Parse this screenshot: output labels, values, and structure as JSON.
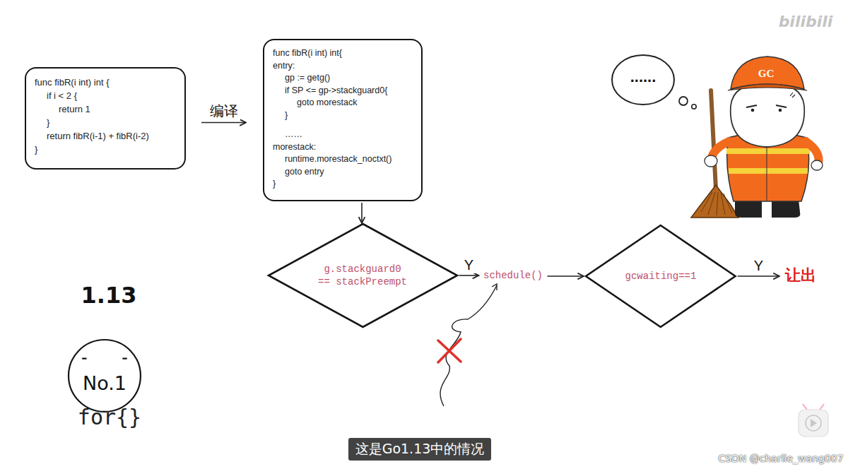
{
  "diagram": {
    "caption": "这是Go1.13中的情况",
    "nodes": [
      {
        "text": [
          "func fibR(i int) int {",
          "if i < 2 {",
          "return 1",
          "}",
          "return fibR(i-1) + fibR(i-2)",
          "}"
        ]
      },
      {
        "text": [
          "func fibR(i int) int{",
          "entry:",
          "gp := getg()",
          "if SP <= gp->stackguard0{",
          "goto morestack",
          "}",
          "……",
          "morestack:",
          "runtime.morestack_noctxt()",
          "goto entry",
          "}"
        ]
      },
      {
        "text": [
          "......"
        ]
      },
      {
        "text": [
          "g.stackguard0 == stackPreempt"
        ]
      },
      {
        "text": [
          "schedule()"
        ]
      },
      {
        "text": [
          "gcwaiting==1"
        ]
      },
      {
        "text": [
          "让出"
        ]
      },
      {
        "text": [
          "No.1"
        ]
      }
    ],
    "edges": [
      {
        "from": 0,
        "to": 1,
        "label": "编译",
        "arrow": "to"
      },
      {
        "from": 1,
        "to": 3,
        "arrow": "to"
      },
      {
        "from": 3,
        "to": 4,
        "label": "Y",
        "arrow": "to"
      },
      {
        "from": 4,
        "to": 5,
        "arrow": "to"
      },
      {
        "from": 5,
        "to": 6,
        "label": "Y",
        "arrow": "to"
      }
    ],
    "labels": [
      "GC",
      "1.13",
      "for{}",
      "bilibili",
      "CSDN @charlie_wang007"
    ]
  }
}
